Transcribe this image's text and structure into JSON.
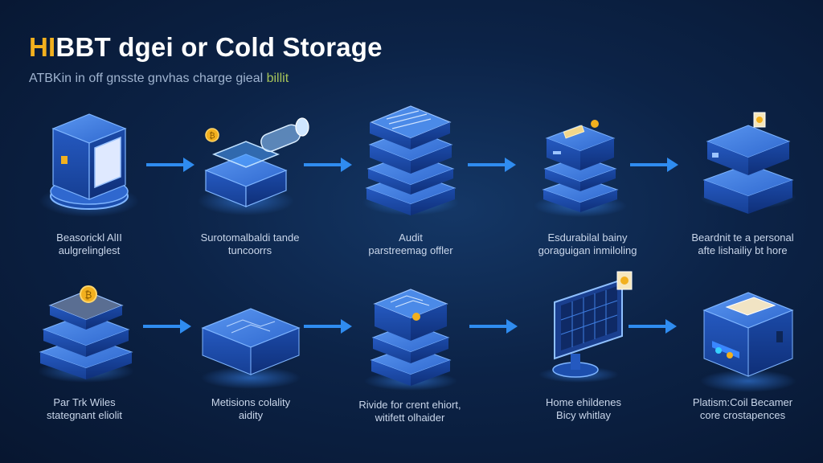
{
  "header": {
    "title_highlight": "HI",
    "title_rest": "BBT dgei or Cold Storage",
    "subtitle_main": "ATBKin in off gnsste gnvhas charge gieal ",
    "subtitle_highlight": "billit"
  },
  "palette": {
    "cube_top": "#3f7de0",
    "cube_left": "#1d4fae",
    "cube_right": "#163f94",
    "edge": "#7fb5ff",
    "coin": "#f2b01e",
    "arrow": "#2f8cf0"
  },
  "steps_row1": [
    {
      "line1": "Beasorickl AlII",
      "line2": "aulgrelinglest",
      "icon": "safe-vault-icon"
    },
    {
      "line1": "Surotomalbaldi tande",
      "line2": "tuncoorrs",
      "icon": "cold-storage-box-icon"
    },
    {
      "line1": "Audit",
      "line2": "parstreemag offler",
      "icon": "document-stack-icon"
    },
    {
      "line1": "Esdurabilal bainy",
      "line2": "goraguigan inmiloling",
      "icon": "server-stack-icon"
    },
    {
      "line1": "Beardnit te a personal",
      "line2": "afte lishailiy bt hore",
      "icon": "hardware-wallet-stack-icon"
    }
  ],
  "steps_row2": [
    {
      "line1": "Par Trk Wiles",
      "line2": "stategnant eliolit",
      "icon": "coin-stack-icon"
    },
    {
      "line1": "Metisions colality",
      "line2": "aidity",
      "icon": "encrypted-module-icon"
    },
    {
      "line1": "Rivide for crent ehiort,",
      "line2": "witifett olhaider",
      "icon": "layered-drive-icon"
    },
    {
      "line1": "Home ehildenes",
      "line2": "Bicy whitlay",
      "icon": "monitor-icon"
    },
    {
      "line1": "Platism:Coil Becamer",
      "line2": "core crostapences",
      "icon": "control-device-icon"
    }
  ]
}
